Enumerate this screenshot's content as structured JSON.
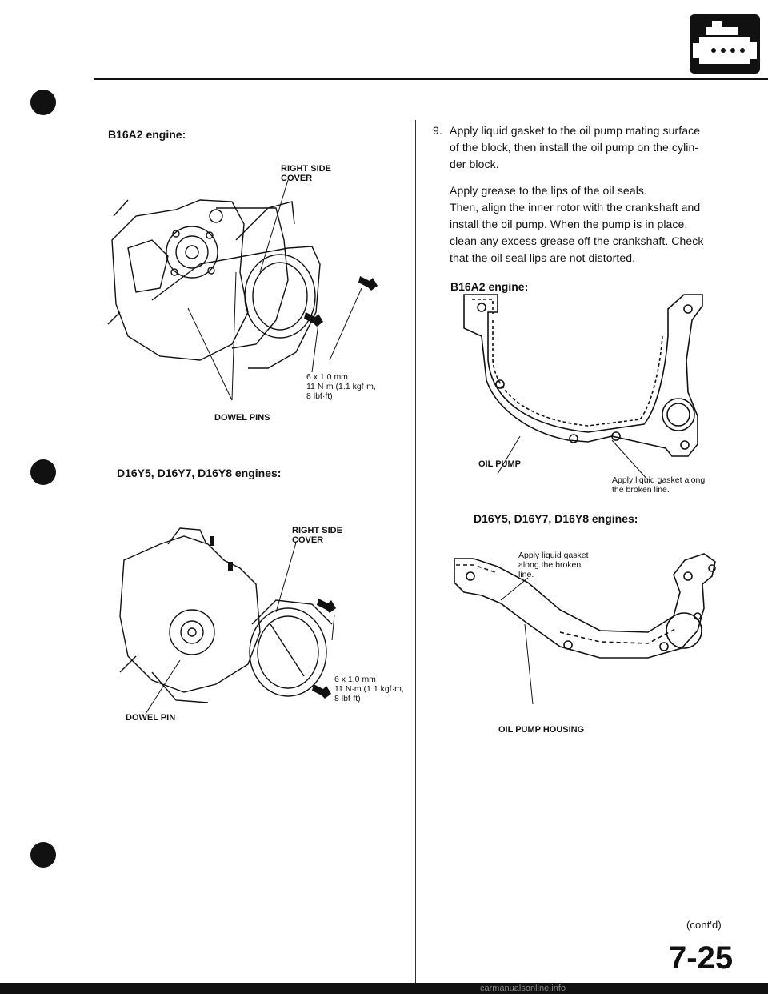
{
  "header": {
    "icon": "engine-section-icon"
  },
  "left": {
    "heading1": "B16A2 engine:",
    "fig1": {
      "cover_label_l1": "RIGHT SIDE",
      "cover_label_l2": "COVER",
      "bolt_l1": "6 x 1.0 mm",
      "bolt_l2": "11 N·m (1.1 kgf·m,",
      "bolt_l3": "8 lbf·ft)",
      "dowel": "DOWEL PINS"
    },
    "heading2": "D16Y5, D16Y7, D16Y8 engines:",
    "fig2": {
      "cover_label_l1": "RIGHT SIDE",
      "cover_label_l2": "COVER",
      "bolt_l1": "6 x 1.0 mm",
      "bolt_l2": "11 N·m (1.1 kgf·m,",
      "bolt_l3": "8 lbf·ft)",
      "dowel": "DOWEL PIN"
    }
  },
  "right": {
    "step_number": "9.",
    "para1_l1": "Apply liquid gasket to the oil pump mating surface",
    "para1_l2": "of the block, then install the oil pump on the cylin-",
    "para1_l3": "der block.",
    "para2_l1": "Apply grease to the lips of the oil seals.",
    "para2_l2": "Then, align the inner rotor with the crankshaft and",
    "para2_l3": "install the oil pump. When the pump is in place,",
    "para2_l4": "clean any excess grease off the crankshaft. Check",
    "para2_l5": "that the oil seal lips are not distorted.",
    "heading3": "B16A2 engine:",
    "fig3": {
      "oil_pump": "OIL PUMP",
      "note_l1": "Apply liquid gasket along",
      "note_l2": "the broken line."
    },
    "heading4": "D16Y5, D16Y7, D16Y8 engines:",
    "fig4": {
      "note_l1": "Apply liquid gasket",
      "note_l2": "along the broken",
      "note_l3": "line.",
      "housing": "OIL PUMP HOUSING"
    },
    "contd": "(cont'd)"
  },
  "footer": {
    "page_number": "7-25",
    "watermark": "carmanualsonline.info"
  }
}
